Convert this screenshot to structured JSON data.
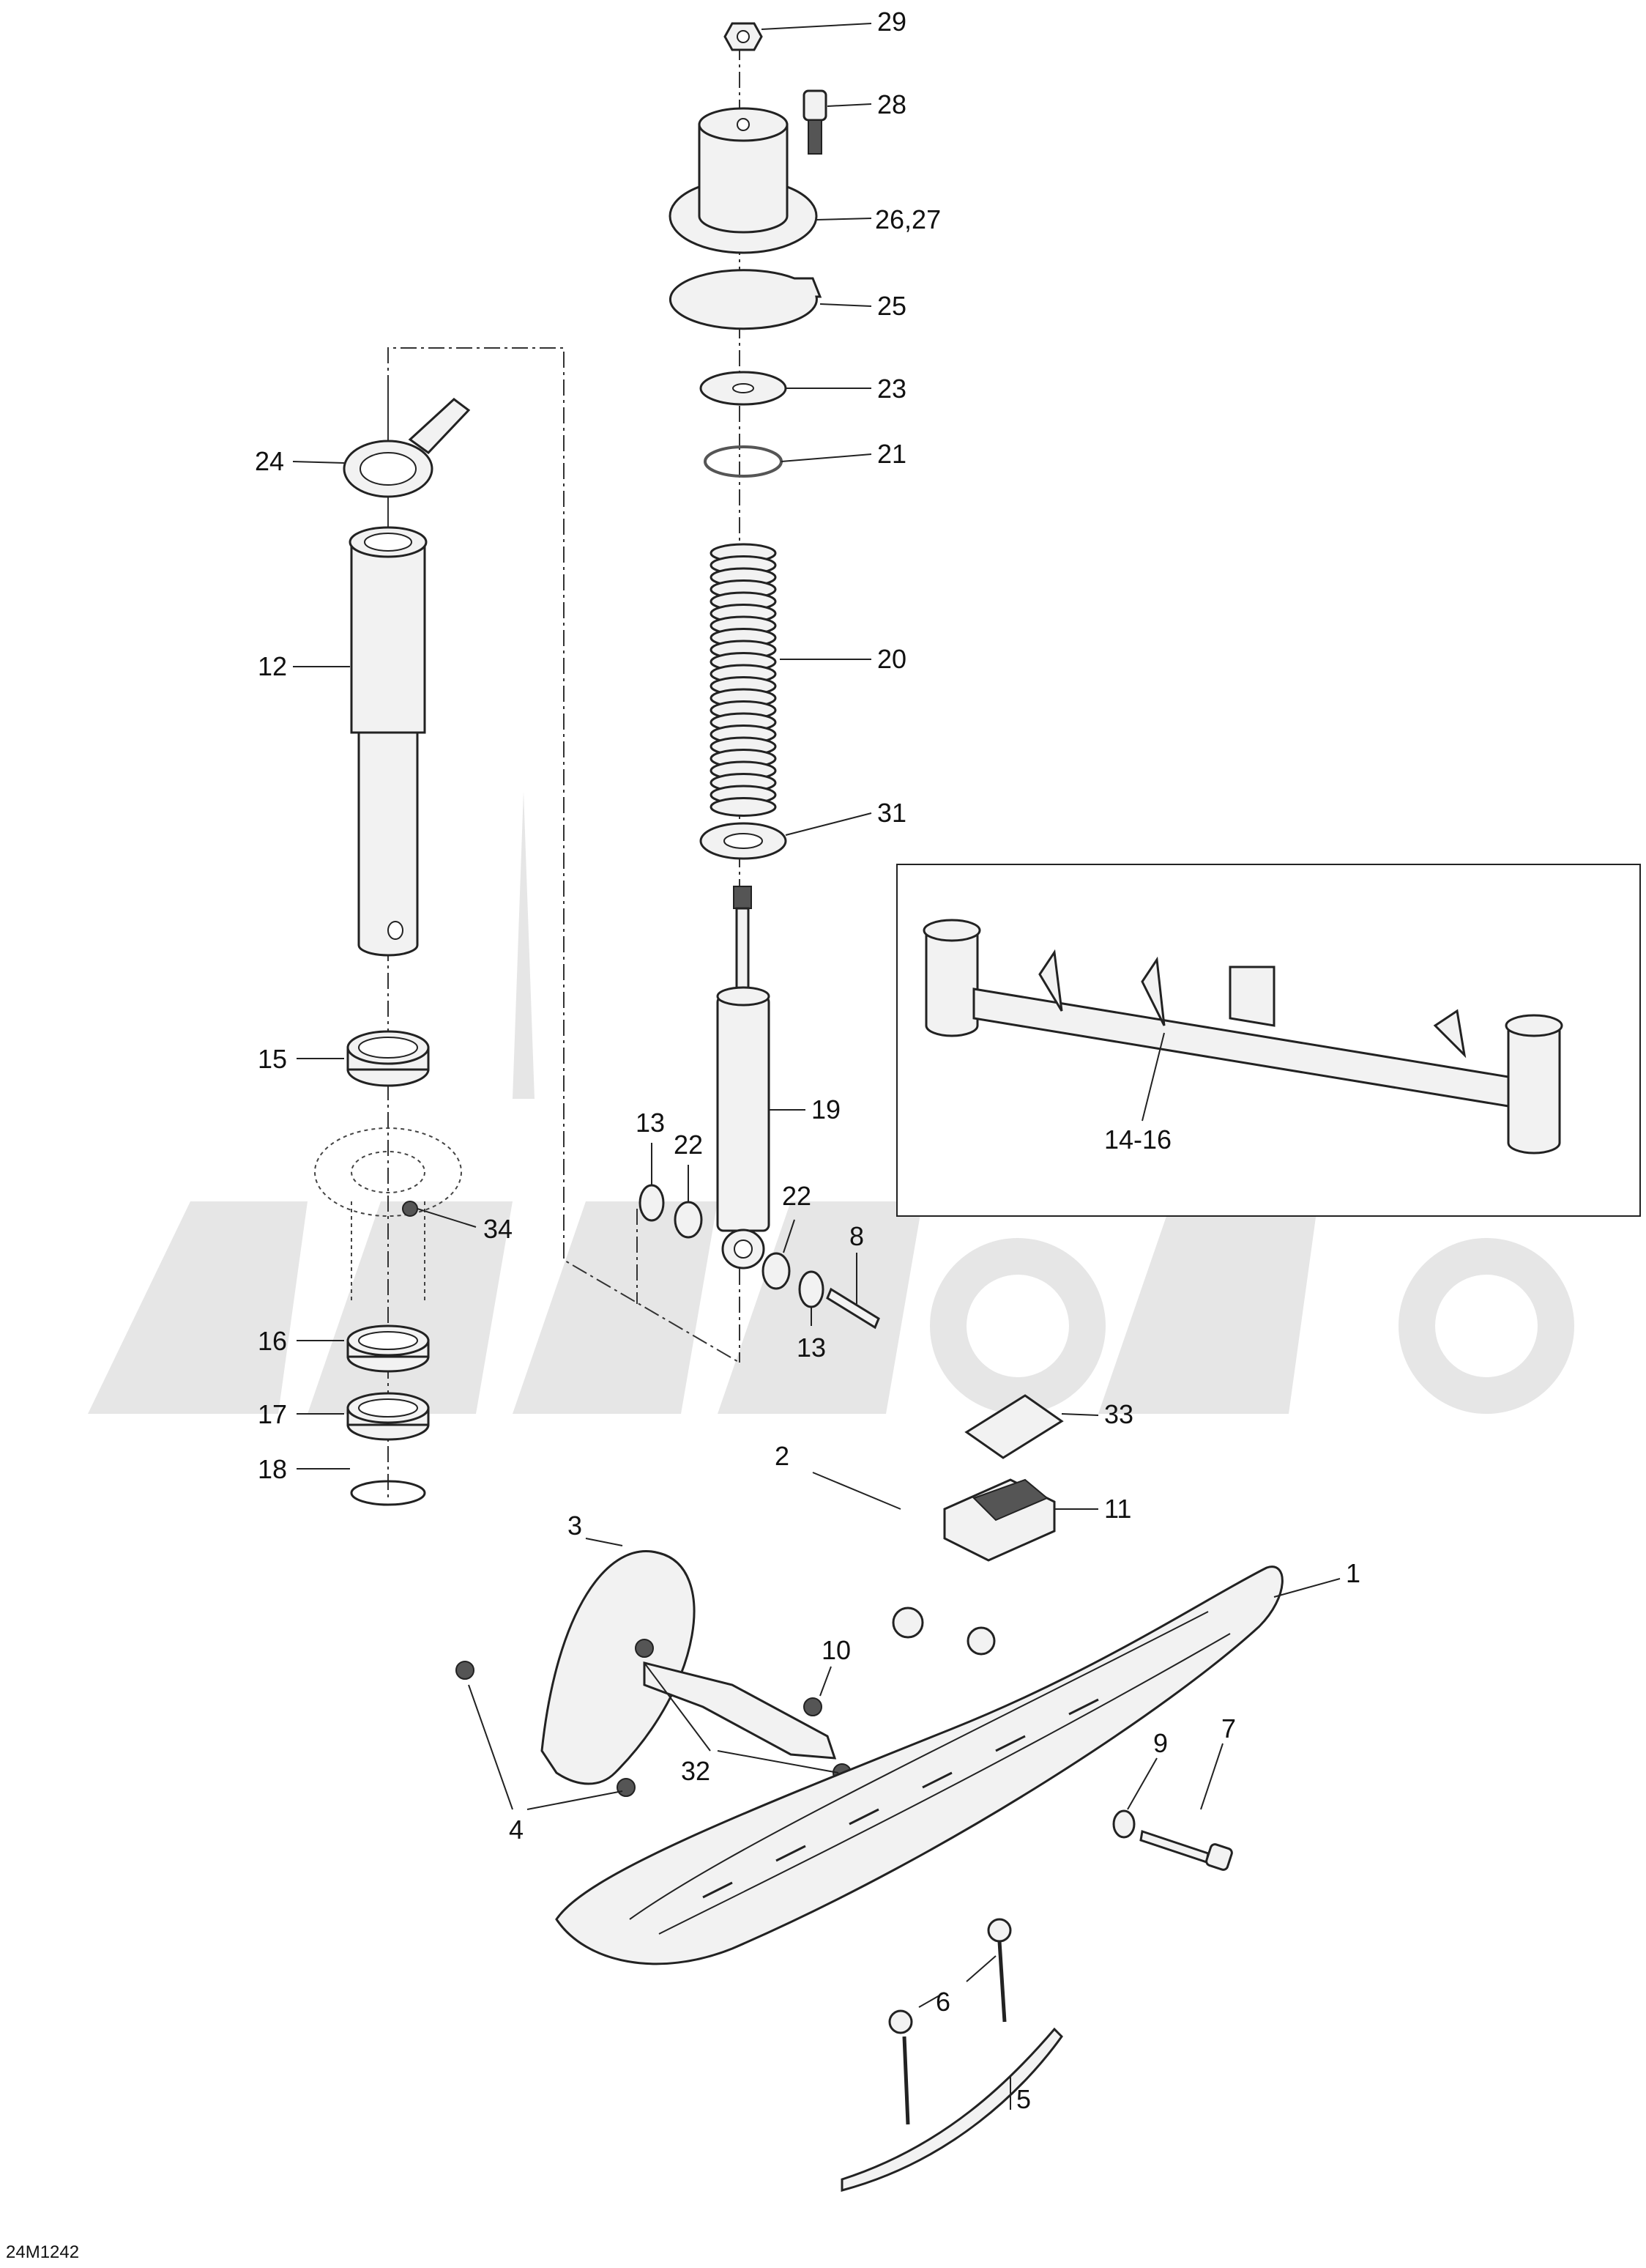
{
  "diagram_code": "24M1242",
  "watermark_text": "",
  "colors": {
    "line": "#222222",
    "part_fill": "#f2f2f2",
    "watermark": "#e6e6e6"
  },
  "labels": {
    "p1": "1",
    "p2": "2",
    "p3": "3",
    "p4": "4",
    "p5": "5",
    "p6": "6",
    "p7": "7",
    "p8": "8",
    "p9": "9",
    "p10": "10",
    "p11": "11",
    "p12": "12",
    "p13a": "13",
    "p13b": "13",
    "p14_16": "14-16",
    "p15": "15",
    "p16": "16",
    "p17": "17",
    "p18": "18",
    "p19": "19",
    "p20": "20",
    "p21": "21",
    "p22a": "22",
    "p22b": "22",
    "p23": "23",
    "p24": "24",
    "p25": "25",
    "p26_27": "26,27",
    "p28": "28",
    "p29": "29",
    "p31": "31",
    "p32": "32",
    "p33": "33",
    "p34": "34"
  }
}
